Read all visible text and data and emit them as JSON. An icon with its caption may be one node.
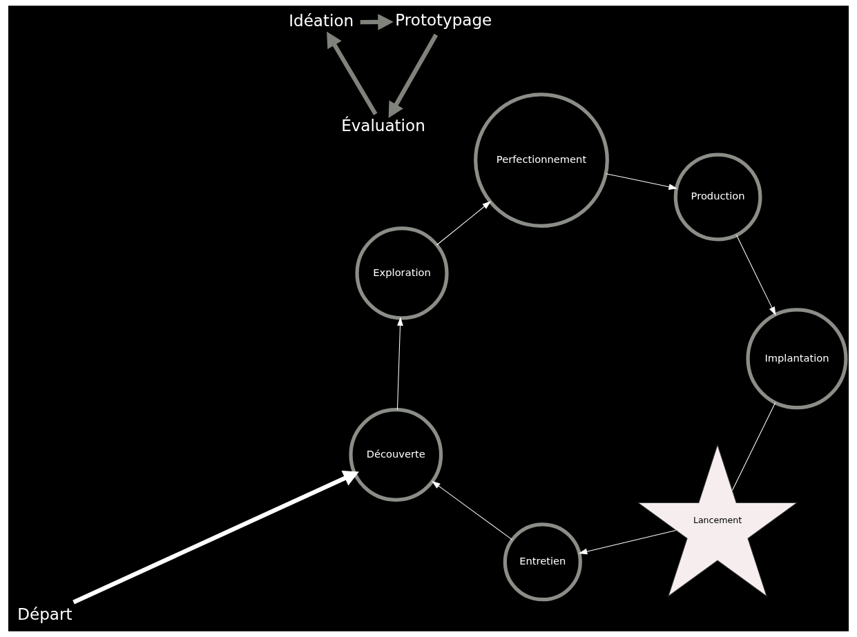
{
  "diagram": {
    "nodes": [
      {
        "text": [
          "Départ"
        ]
      },
      {
        "text": [
          "Découverte"
        ]
      },
      {
        "text": [
          "Exploration"
        ]
      },
      {
        "text": [
          "Perfectionnement"
        ]
      },
      {
        "text": [
          "Production"
        ]
      },
      {
        "text": [
          "Implantation"
        ]
      },
      {
        "text": [
          "Entretien"
        ]
      },
      {
        "text": [
          "Lancement"
        ]
      },
      {
        "text": [
          "Idéation"
        ]
      },
      {
        "text": [
          "Prototypage"
        ]
      },
      {
        "text": [
          "Évaluation"
        ]
      }
    ],
    "edges": [
      {
        "from": 0,
        "to": 1,
        "arrow": "to",
        "style": "thick"
      },
      {
        "from": 1,
        "to": 2,
        "arrow": "to"
      },
      {
        "from": 2,
        "to": 3,
        "arrow": "to"
      },
      {
        "from": 3,
        "to": 4,
        "arrow": "to"
      },
      {
        "from": 4,
        "to": 5,
        "arrow": "to"
      },
      {
        "from": 5,
        "to": 7,
        "arrow": "none"
      },
      {
        "from": 7,
        "to": 6,
        "arrow": "to"
      },
      {
        "from": 6,
        "to": 1,
        "arrow": "to"
      },
      {
        "from": 8,
        "to": 9,
        "arrow": "to",
        "style": "thick",
        "color": "#7f837c"
      },
      {
        "from": 9,
        "to": 10,
        "arrow": "to",
        "style": "thick",
        "color": "#7f837c"
      },
      {
        "from": 10,
        "to": 8,
        "arrow": "to",
        "style": "thick",
        "color": "#7f837c"
      }
    ]
  }
}
